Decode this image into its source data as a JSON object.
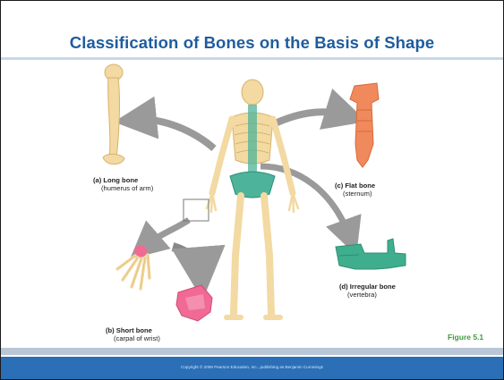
{
  "slide": {
    "title": "Classification of Bones on the Basis of Shape",
    "figure_label": "Figure 5.1",
    "copyright": "Copyright © 2009 Pearson Education, Inc., publishing as Benjamin Cummings"
  },
  "labels": [
    {
      "id": "long",
      "name": "(a) Long bone",
      "sub": "(humerus of arm)"
    },
    {
      "id": "short",
      "name": "(b) Short bone",
      "sub": "(carpal of wrist)"
    },
    {
      "id": "flat",
      "name": "(c) Flat bone",
      "sub": "(sternum)"
    },
    {
      "id": "irregular",
      "name": "(d) Irregular bone",
      "sub": "(vertebra)"
    }
  ],
  "colors": {
    "title": "#1f5c9e",
    "bone": "#f3d9a2",
    "bone_shade": "#d9b26c",
    "flat_bone": "#f08a5d",
    "irregular_bone": "#3fae8f",
    "short_bone": "#f06a93",
    "axial_skeleton": "#4db39a",
    "arrow": "#9a9a9a",
    "figure_label": "#3e9a3a",
    "footer": "#2b6fb7"
  }
}
